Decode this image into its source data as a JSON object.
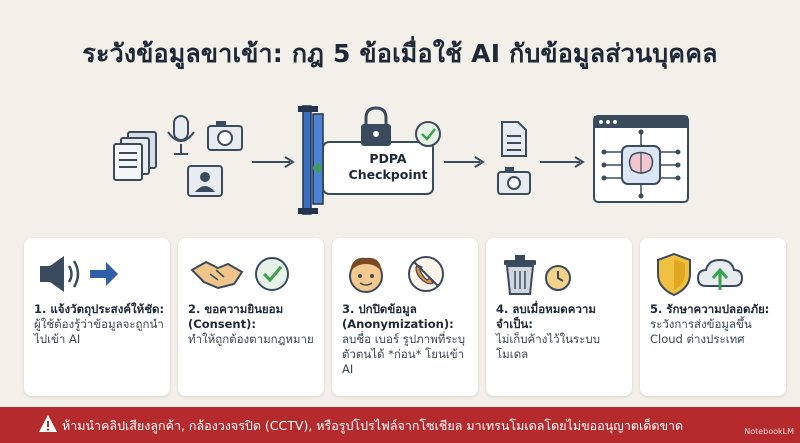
{
  "title": "ระวังข้อมูลขาเข้า: กฎ 5 ข้อเมื่อใช้ AI กับข้อมูลส่วนบุคคล",
  "checkpoint": {
    "line1": "PDPA",
    "line2": "Checkpoint"
  },
  "cards": [
    {
      "title": "1. แจ้งวัตถุประสงค์ให้ชัด:",
      "body": "ผู้ใช้ต้องรู้ว่าข้อมูลจะถูกนำไปเข้า AI",
      "icons": [
        "speaker-icon",
        "arrow-right-icon"
      ]
    },
    {
      "title": "2. ขอความยินยอม (Consent):",
      "body": "ทำให้ถูกต้องตามกฎหมาย",
      "icons": [
        "handshake-icon",
        "checkmark-icon"
      ]
    },
    {
      "title": "3. ปกปิดข้อมูล (Anonymization):",
      "body": "ลบชื่อ เบอร์ รูปภาพที่ระบุตัวตนได้ *ก่อน* โยนเข้า AI",
      "icons": [
        "face-icon",
        "no-phone-icon"
      ]
    },
    {
      "title": "4. ลบเมื่อหมดความจำเป็น:",
      "body": "ไม่เก็บค้างไว้ในระบบโมเดล",
      "icons": [
        "trash-icon",
        "clock-icon"
      ]
    },
    {
      "title": "5. รักษาความปลอดภัย:",
      "body": "ระวังการส่งข้อมูลขึ้น Cloud ต่างประเทศ",
      "icons": [
        "shield-icon",
        "cloud-upload-icon"
      ]
    }
  ],
  "warning": "ห้ามนำคลิปเสียงลูกค้า, กล้องวงจรปิด (CCTV), หรือรูปโปรไฟล์จากโซเชียล มาเทรนโมเดลโดยไม่ขออนุญาตเด็ดขาด",
  "watermark": "NotebookLM",
  "colors": {
    "banner": "#b52a2c",
    "accent_green": "#3aa24a",
    "accent_blue": "#3a6fc0",
    "icon_dark": "#3b4b5e"
  }
}
